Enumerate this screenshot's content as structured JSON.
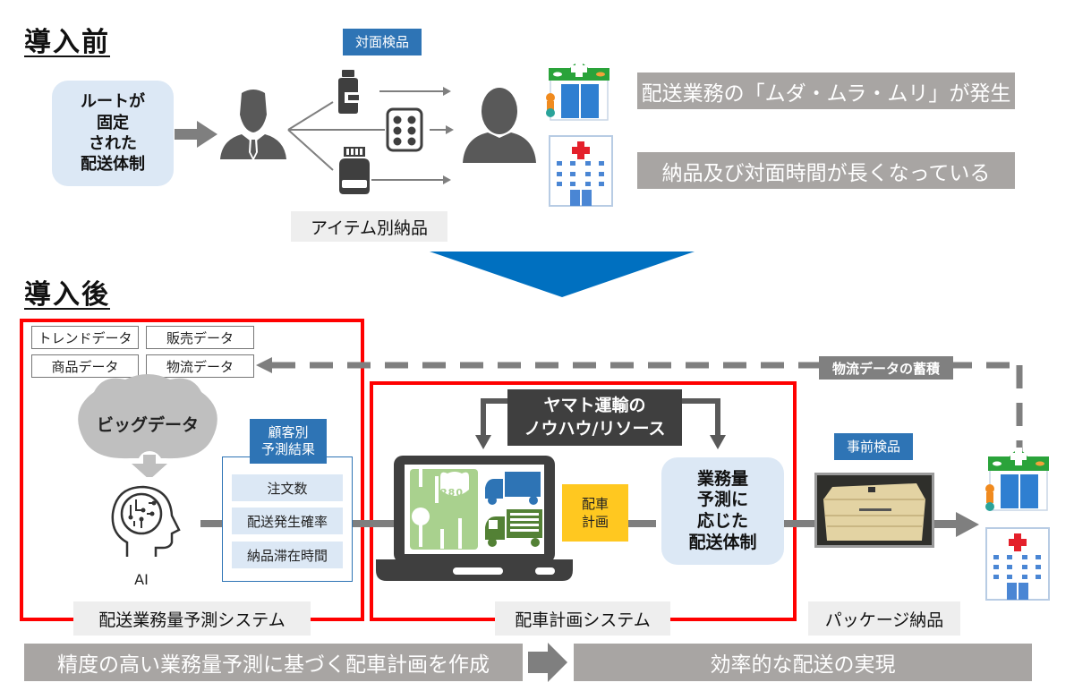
{
  "before": {
    "heading": "導入前",
    "fixed_route_box": [
      "ルートが",
      "固定",
      "された",
      "配送体制"
    ],
    "face_inspection_tag": "対面検品",
    "item_delivery_label": "アイテム別納品",
    "problems": [
      "配送業務の「ムダ・ムラ・ムリ」が発生",
      "納品及び対面時間が長くなっている"
    ]
  },
  "after": {
    "heading": "導入後",
    "data_sources": [
      "トレンドデータ",
      "販売データ",
      "商品データ",
      "物流データ"
    ],
    "big_data_label": "ビッグデータ",
    "ai_label": "AI",
    "prediction_tag": [
      "顧客別",
      "予測結果"
    ],
    "prediction_items": [
      "注文数",
      "配送発生確率",
      "納品滞在時間"
    ],
    "forecast_system_label": "配送業務量予測システム",
    "yamato_box": [
      "ヤマト運輸の",
      "ノウハウ/リソース"
    ],
    "route_number": "280",
    "dispatch_plan_tag": [
      "配車",
      "計画"
    ],
    "workload_box": [
      "業務量",
      "予測に",
      "応じた",
      "配送体制"
    ],
    "dispatch_system_label": "配車計画システム",
    "logistics_data_accumulation": "物流データの蓄積",
    "pre_inspection_tag": "事前検品",
    "package_delivery_label": "パッケージ納品"
  },
  "footer": {
    "left_banner": "精度の高い業務量予測に基づく配車計画を作成",
    "right_banner": "効率的な配送の実現"
  },
  "colors": {
    "accent_blue": "#2e74b5",
    "arrow_blue": "#0070c0",
    "frame_red": "#ff0000",
    "banner_gray": "#a8a5a3",
    "dark_box": "#3f3f3f",
    "plan_yellow": "#ffc820"
  }
}
